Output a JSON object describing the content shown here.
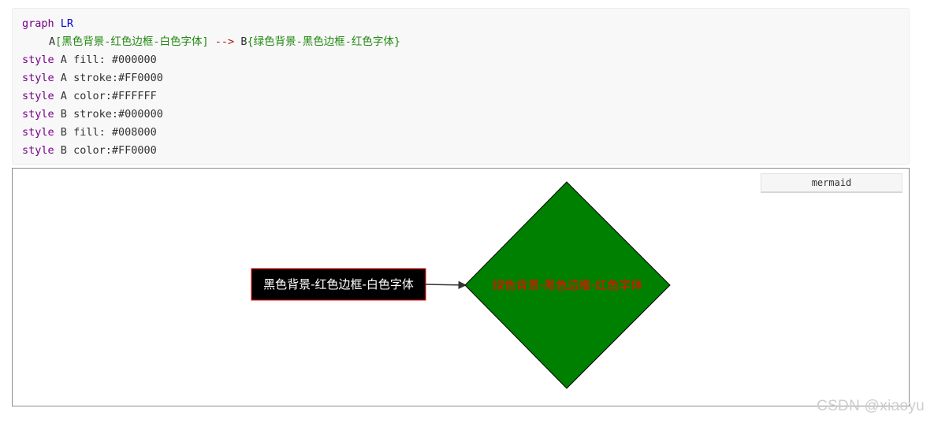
{
  "code": {
    "line1": {
      "kw": "graph",
      "dir": "LR"
    },
    "line2": {
      "node_a_id": "A",
      "node_a_label": "[黑色背景-红色边框-白色字体]",
      "arrow": "-->",
      "node_b_id": "B",
      "node_b_label": "{绿色背景-黑色边框-红色字体}"
    },
    "styles": [
      {
        "kw": "style",
        "target": "A",
        "rule": "fill: #000000"
      },
      {
        "kw": "style",
        "target": "A",
        "rule": "stroke:#FF0000"
      },
      {
        "kw": "style",
        "target": "A",
        "rule": "color:#FFFFFF"
      },
      {
        "kw": "style",
        "target": "B",
        "rule": "stroke:#000000"
      },
      {
        "kw": "style",
        "target": "B",
        "rule": "fill: #008000"
      },
      {
        "kw": "style",
        "target": "B",
        "rule": "color:#FF0000"
      }
    ]
  },
  "preview": {
    "lang_label": "mermaid",
    "node_a": {
      "text": "黑色背景-红色边框-白色字体",
      "fill": "#000000",
      "stroke": "#FF0000",
      "color": "#FFFFFF"
    },
    "node_b": {
      "text": "绿色背景-黑色边框-红色字体",
      "fill": "#008000",
      "stroke": "#000000",
      "color": "#FF0000"
    }
  },
  "watermark": "CSDN @xiaoyu"
}
